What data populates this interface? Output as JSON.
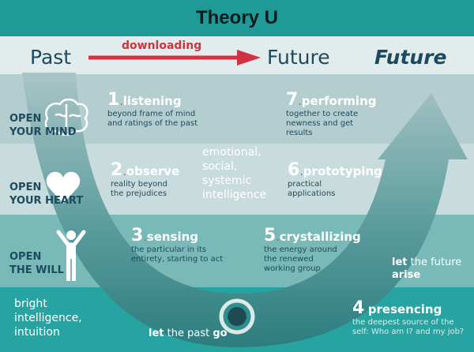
{
  "title": "Theory U",
  "timeline": {
    "past": "Past",
    "downloading": "downloading",
    "future_plain": "Future",
    "future_bold": "Future"
  },
  "open_labels": [
    {
      "line1": "OPEN",
      "line2": "YOUR MIND"
    },
    {
      "line1": "OPEN",
      "line2": "YOUR HEART"
    },
    {
      "line1": "OPEN",
      "line2": "THE WILL"
    }
  ],
  "steps": [
    {
      "num": "1",
      "dot": ".",
      "name": "listening",
      "desc1": "beyond frame of mind",
      "desc2": "and ratings of the past",
      "desc3": ""
    },
    {
      "num": "2",
      "dot": ".",
      "name": "observe",
      "desc1": "reality beyond",
      "desc2": "the prejudices",
      "desc3": ""
    },
    {
      "num": "3",
      "dot": ".",
      "name": "sensing",
      "desc1": "the particular in its",
      "desc2": "entirety, starting to act",
      "desc3": ""
    },
    {
      "num": "4",
      "dot": ".",
      "name": "presencing",
      "desc1": "the deepest source of the",
      "desc2": "self: Who am I? and my job?",
      "desc3": ""
    },
    {
      "num": "5",
      "dot": ".",
      "name": "crystallizing",
      "desc1": "the energy around",
      "desc2": "the renewed",
      "desc3": "working group"
    },
    {
      "num": "6",
      "dot": ".",
      "name": "prototyping",
      "desc1": "practical",
      "desc2": "applications",
      "desc3": ""
    },
    {
      "num": "7",
      "dot": ".",
      "name": "performing",
      "desc1": "together to create",
      "desc2": "newness and get",
      "desc3": "results"
    }
  ],
  "center_text": [
    "emotional,",
    "social,",
    "systemic",
    "intelligence"
  ],
  "bottom_left": [
    "bright",
    "intelligence,",
    "intuition"
  ],
  "let_past": {
    "pre": "let",
    "mid": " the past ",
    "post": "go"
  },
  "let_future": {
    "pre": "let",
    "mid": " the future",
    "post": "arise"
  },
  "colors": {
    "title_band": "#1f9a97",
    "timeline_band": "#e3ecec",
    "arrow": "#d13140",
    "label_text": "#1d4a5e",
    "u_shape": "#3f8c8c"
  },
  "icons": [
    "brain-icon",
    "heart-icon",
    "person-icon",
    "circle-node-icon"
  ]
}
